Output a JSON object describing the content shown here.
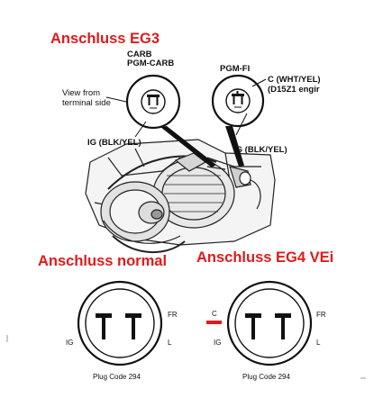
{
  "headings": {
    "eg3": "Anschluss EG3",
    "normal": "Anschluss normal",
    "eg4": "Anschluss EG4 VEi"
  },
  "top_left_plug": {
    "title_line1": "CARB",
    "title_line2": "PGM-CARB",
    "side_note_line1": "View from",
    "side_note_line2": "terminal side",
    "wire_label": "IG (BLK/YEL)"
  },
  "top_right_plug": {
    "title": "PGM-FI",
    "c_label_line1": "C (WHT/YEL)",
    "c_label_line2": "(D15Z1 engir",
    "wire_label": "IG (BLK/YEL)"
  },
  "bottom_left_plug": {
    "ig": "IG",
    "fr": "FR",
    "l": "L",
    "plug_code": "Plug Code 294"
  },
  "bottom_right_plug": {
    "c": "C",
    "ig": "IG",
    "fr": "FR",
    "l": "L",
    "plug_code": "Plug Code 294"
  },
  "colors": {
    "heading_red": "#e01b1b",
    "line_black": "#111111",
    "c_wire_red": "#e01b1b"
  }
}
